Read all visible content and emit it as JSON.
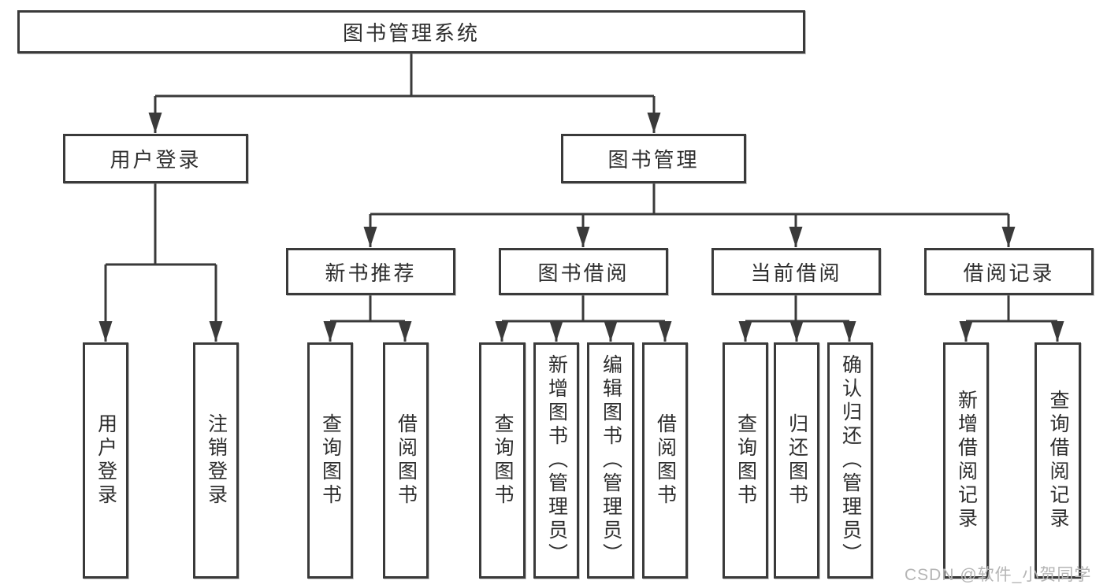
{
  "diagram": {
    "type": "hierarchy-tree",
    "root": {
      "label": "图书管理系统",
      "children": [
        {
          "label": "用户登录",
          "children": [
            {
              "label": "用户登录"
            },
            {
              "label": "注销登录"
            }
          ]
        },
        {
          "label": "图书管理",
          "children": [
            {
              "label": "新书推荐",
              "children": [
                {
                  "label": "查询图书"
                },
                {
                  "label": "借阅图书"
                }
              ]
            },
            {
              "label": "图书借阅",
              "children": [
                {
                  "label": "查询图书"
                },
                {
                  "label": "新增图书（管理员）"
                },
                {
                  "label": "编辑图书（管理员）"
                },
                {
                  "label": "借阅图书"
                }
              ]
            },
            {
              "label": "当前借阅",
              "children": [
                {
                  "label": "查询图书"
                },
                {
                  "label": "归还图书"
                },
                {
                  "label": "确认归还（管理员）"
                }
              ]
            },
            {
              "label": "借阅记录",
              "children": [
                {
                  "label": "新增借阅记录"
                },
                {
                  "label": "查询借阅记录"
                }
              ]
            }
          ]
        }
      ]
    },
    "colors": {
      "line": "#3a3a3a",
      "border": "#3a3a3a",
      "text": "#2e2e2e",
      "background": "#ffffff",
      "watermark": "#b5b5b5"
    }
  },
  "watermark": "CSDN @软件_小贺同学"
}
